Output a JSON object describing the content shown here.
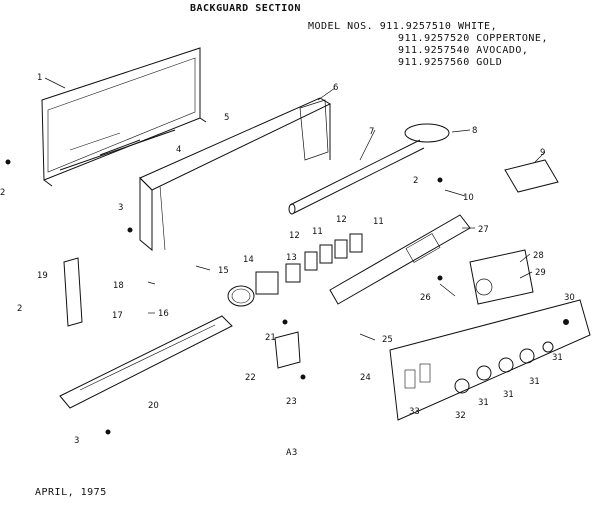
{
  "title": "BACKGUARD SECTION",
  "models": [
    "MODEL NOS. 911.9257510 WHITE,",
    "911.9257520 COPPERTONE,",
    "911.9257540 AVOCADO,",
    "911.9257560 GOLD"
  ],
  "page_number": "A3",
  "date": "APRIL, 1975",
  "callouts": [
    "1",
    "2",
    "3",
    "4",
    "5",
    "6",
    "7",
    "8",
    "9",
    "10",
    "11",
    "12",
    "13",
    "14",
    "15",
    "16",
    "17",
    "18",
    "19",
    "20",
    "21",
    "22",
    "23",
    "24",
    "25",
    "26",
    "27",
    "28",
    "29",
    "30",
    "31",
    "32",
    "33"
  ]
}
